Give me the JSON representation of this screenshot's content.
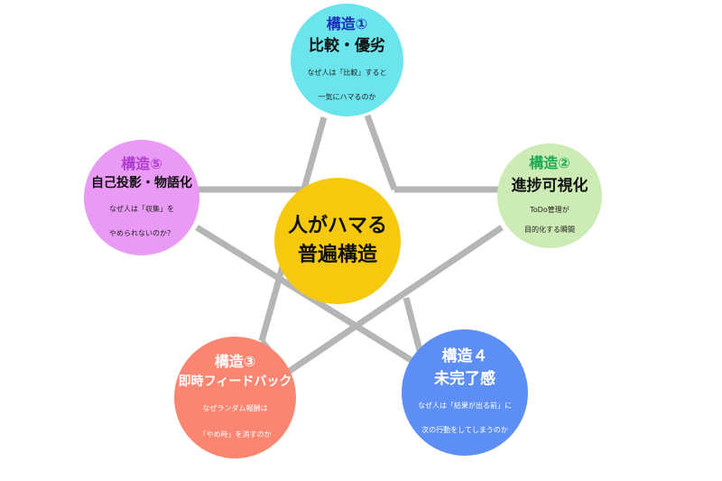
{
  "center": {
    "title_line1": "人がハマる",
    "title_line2": "普遍構造",
    "color": "#F6C90E"
  },
  "nodes": [
    {
      "label": "構造①",
      "title": "比較・優劣",
      "desc_lines": [
        "なぜ人は「比較」すると",
        "一気にハマるのか"
      ],
      "color": "#6BE4EC",
      "label_color": "#1B2FB5",
      "title_color": "#111111"
    },
    {
      "label": "構造②",
      "title": "進捗可視化",
      "desc_lines": [
        "ToDo管理が",
        "目的化する瞬間"
      ],
      "color": "#CDEBB4",
      "label_color": "#1EAA55",
      "title_color": "#111111"
    },
    {
      "label": "構造③",
      "title": "即時フィードバック",
      "desc_lines": [
        "なぜランダム報酬は",
        "「やめ時」を消すのか"
      ],
      "color": "#FA8570",
      "label_color": "#FFFFFF",
      "title_color": "#FFFFFF"
    },
    {
      "label": "構造４",
      "title": "未完了感",
      "desc_lines": [
        "なぜ人は「結果が出る前」に",
        "次の行動をしてしまうのか"
      ],
      "color": "#5C8EF3",
      "label_color": "#FFFFFF",
      "title_color": "#FFFFFF"
    },
    {
      "label": "構造⑤",
      "title": "自己投影・物語化",
      "desc_lines": [
        "なぜ人は「収集」を",
        "やめられないのか？"
      ],
      "color": "#E99AF4",
      "label_color": "#B03BD0",
      "title_color": "#111111"
    }
  ],
  "connector_color": "#B5B5B5"
}
